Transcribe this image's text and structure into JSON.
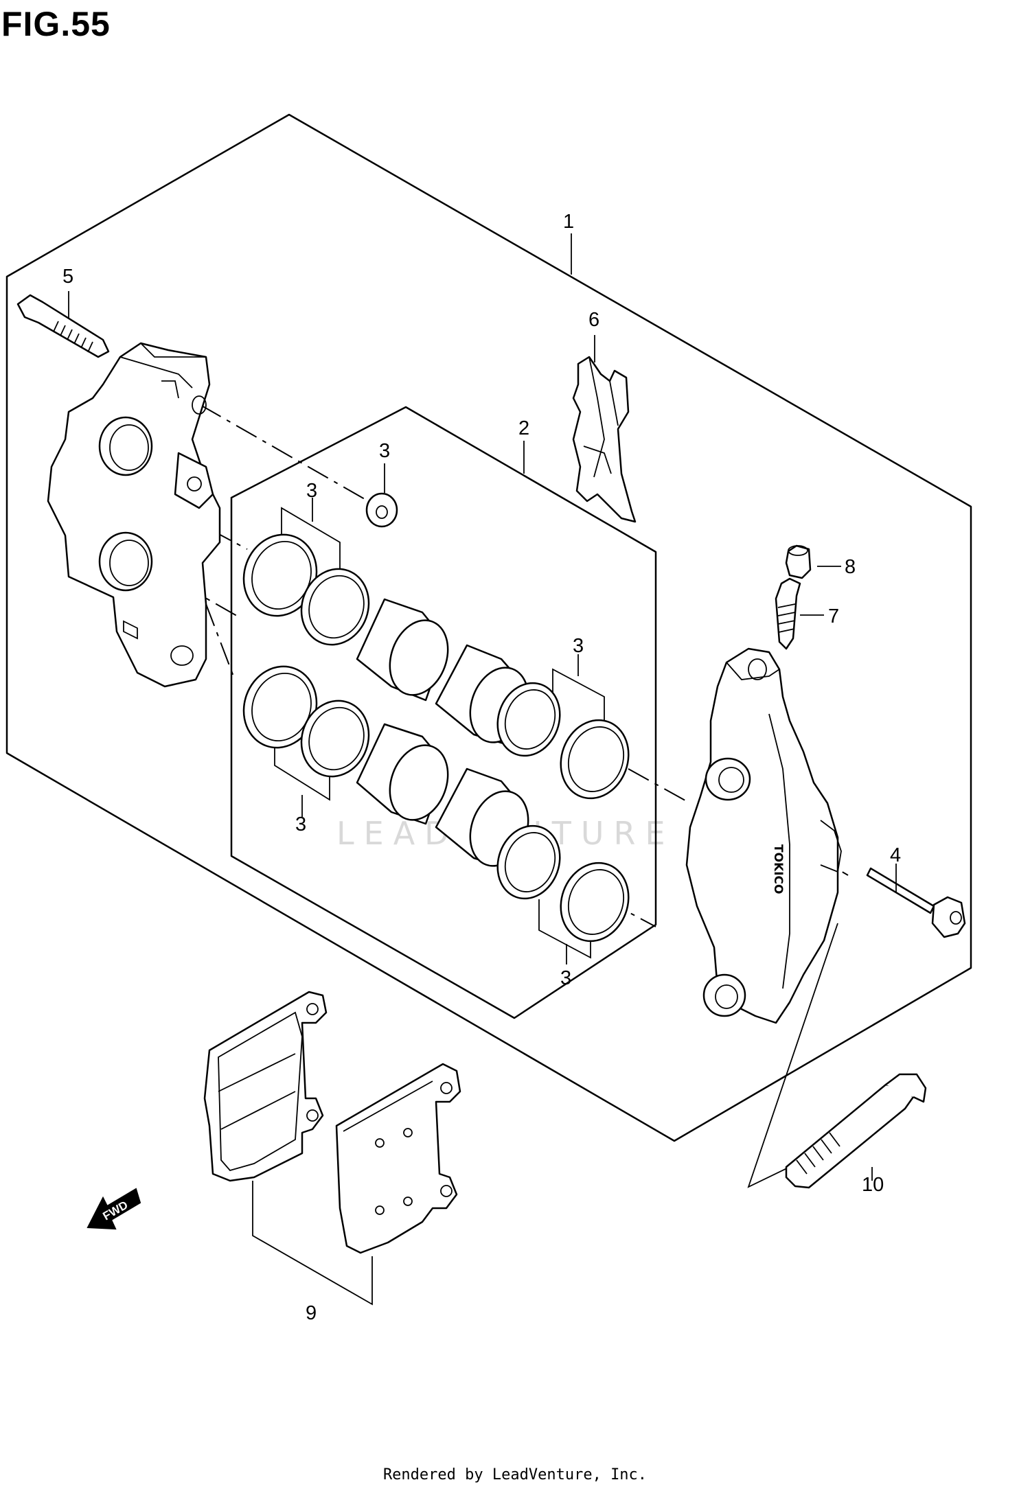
{
  "figure": {
    "title": "FIG.55"
  },
  "callouts": {
    "p1": "1",
    "p2": "2",
    "p3a": "3",
    "p3b": "3",
    "p3c": "3",
    "p3d": "3",
    "p3e": "3",
    "p4": "4",
    "p5": "5",
    "p6": "6",
    "p7": "7",
    "p8": "8",
    "p9": "9",
    "p10": "10"
  },
  "arrow": {
    "label": "FWD"
  },
  "caliper": {
    "brand_mark": "TOKICO"
  },
  "watermark": {
    "text": "LEADVENTURE"
  },
  "footer": {
    "text": "Rendered by LeadVenture, Inc."
  }
}
